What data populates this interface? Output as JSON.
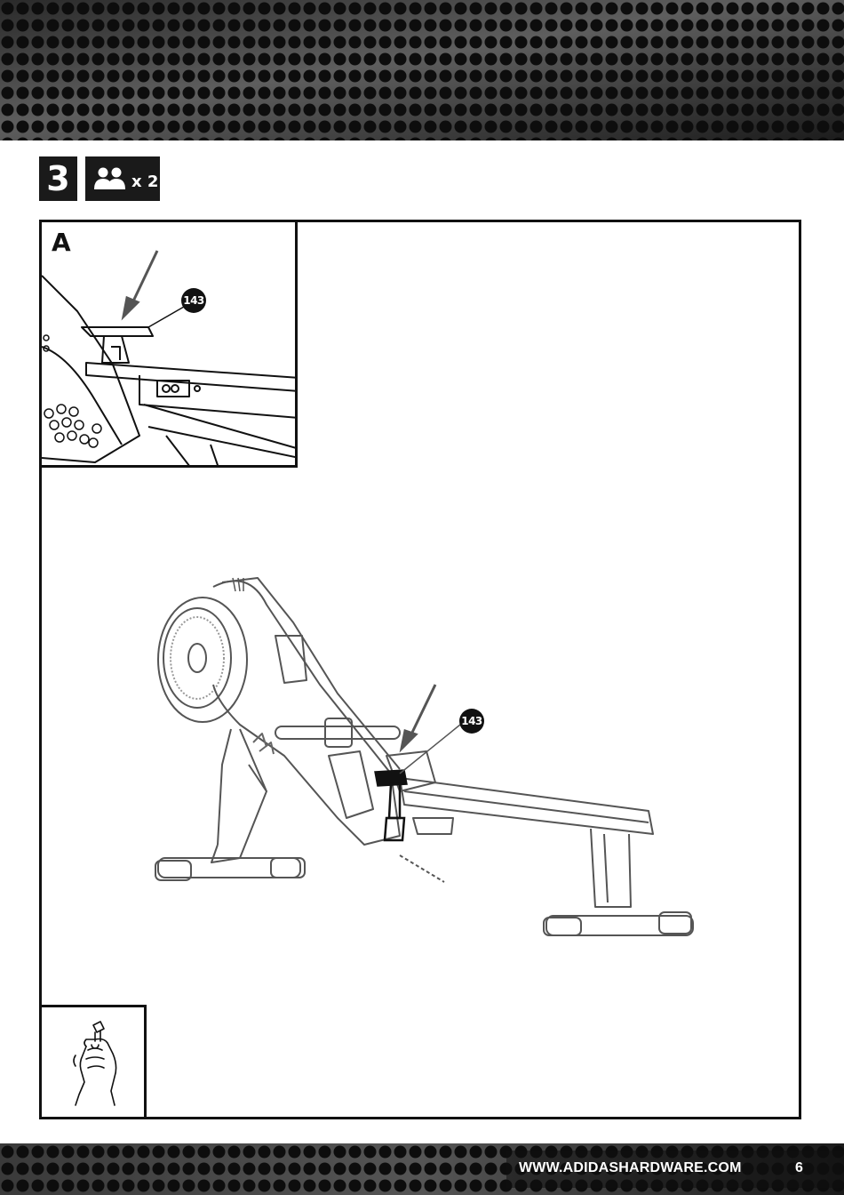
{
  "header": {
    "step_number": "3",
    "people_icon": "two-people-icon",
    "people_count": "x 2"
  },
  "detail_a": {
    "label": "A",
    "part_number": "143"
  },
  "main_drawing": {
    "part_number": "143"
  },
  "hand_inset": {
    "icon": "hand-tighten-icon"
  },
  "footer": {
    "url": "WWW.ADIDASHARDWARE.COM",
    "page_number": "6"
  },
  "colors": {
    "band_dark": "#1a1a1a",
    "band_mid": "#5a5a5a",
    "ink": "#111111",
    "line_gray": "#555555"
  }
}
